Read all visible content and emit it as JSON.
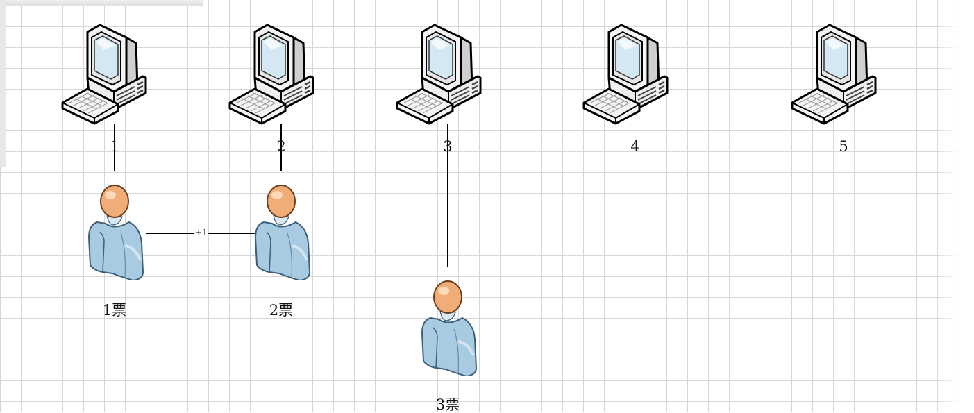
{
  "diagram": {
    "computers": [
      {
        "label": "1"
      },
      {
        "label": "2"
      },
      {
        "label": "3"
      },
      {
        "label": "4"
      },
      {
        "label": "5"
      }
    ],
    "users": [
      {
        "label": "1票"
      },
      {
        "label": "2票"
      },
      {
        "label": "3票"
      }
    ],
    "connections": [
      {
        "from": "computer-1",
        "to": "user-1"
      },
      {
        "from": "computer-2",
        "to": "user-2"
      },
      {
        "from": "computer-3",
        "to": "user-3"
      },
      {
        "from": "user-1",
        "to": "user-2",
        "label": "+1"
      }
    ]
  },
  "colors": {
    "grid": "#d6d6d6",
    "monitor_body": "#f2f2f2",
    "screen": "#cfe6f2",
    "skin": "#f2b27a",
    "shirt": "#a9cde3"
  }
}
